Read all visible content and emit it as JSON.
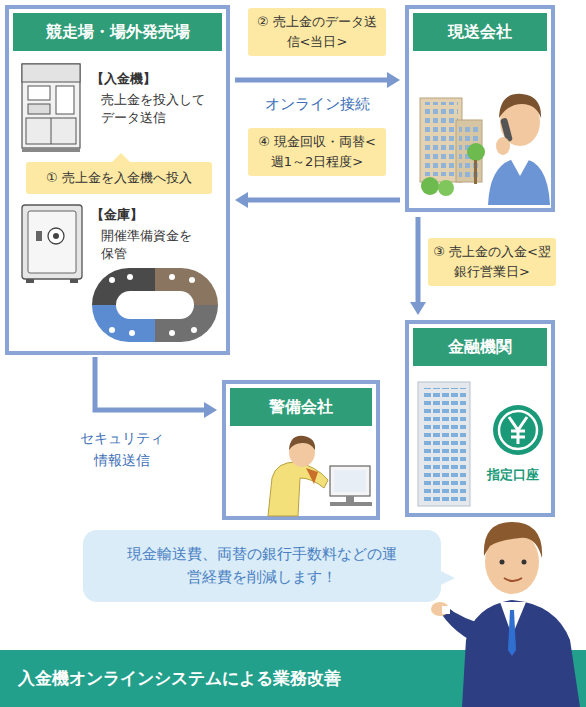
{
  "diagram": {
    "nodes": [
      {
        "text": [
          "競走場・場外発売場",
          "【入金機】",
          "売上金を投入してデータ送信",
          "【金庫】",
          "開催準備資金を保管"
        ]
      },
      {
        "text": [
          "① 売上金を入金機へ投入"
        ],
        "in": 0
      },
      {
        "text": [
          "現送会社"
        ]
      },
      {
        "text": [
          "金融機関",
          "指定口座"
        ]
      },
      {
        "text": [
          "警備会社"
        ]
      },
      {
        "text": [
          "現金輸送費、両替の銀行手数料などの運営経費を削減します！"
        ]
      },
      {
        "text": [
          "入金機オンラインシステムによる業務改善"
        ]
      }
    ],
    "edges": [
      {
        "from": 0,
        "to": 2,
        "arrow": "to",
        "label": "② 売上金のデータ送信<当日>"
      },
      {
        "from": 2,
        "to": 0,
        "arrow": "to",
        "label": "④ 現金回収・両替<週1～2日程度>"
      },
      {
        "from": 2,
        "to": 3,
        "arrow": "to",
        "label": "③ 売上金の入金<翌銀行営業日>"
      },
      {
        "from": 0,
        "to": 4,
        "arrow": "to",
        "label": "セキュリティ情報送信"
      }
    ],
    "labels": [
      "オンライン接続"
    ]
  }
}
